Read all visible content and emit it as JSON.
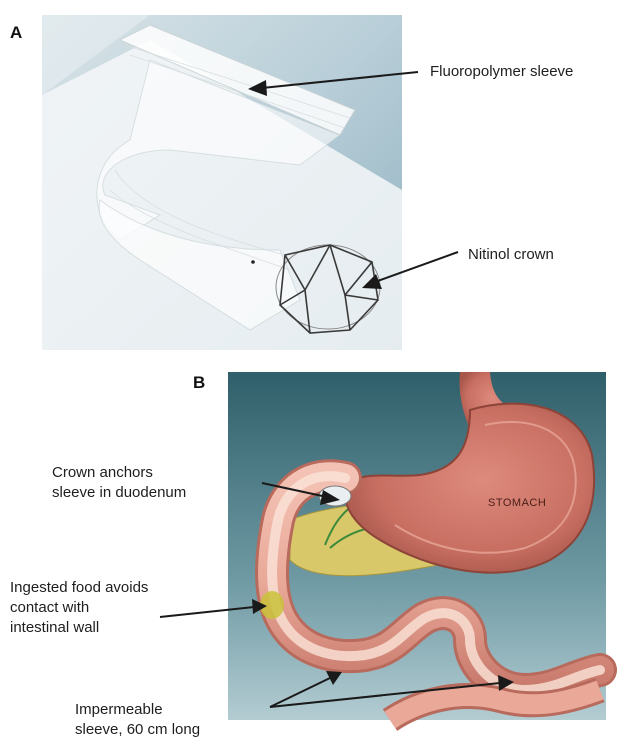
{
  "panel_a": {
    "letter": "A",
    "labels": {
      "sleeve": "Fluoropolymer sleeve",
      "crown": "Nitinol crown"
    }
  },
  "panel_b": {
    "letter": "B",
    "stomach_label": "STOMACH",
    "labels": {
      "crown_anchor_line1": "Crown anchors",
      "crown_anchor_line2": "sleeve in duodenum",
      "food_line1": "Ingested food avoids",
      "food_line2": "contact with",
      "food_line3": "intestinal wall",
      "sleeve_line1": "Impermeable",
      "sleeve_line2": "sleeve, 60 cm long"
    }
  },
  "colors": {
    "photo_bg": "#a9c3cf",
    "tissue": "#e8a393",
    "tissue_dark": "#b86a5c",
    "duct_yellow": "#d8c86a",
    "arrow": "#1a1a1a"
  }
}
